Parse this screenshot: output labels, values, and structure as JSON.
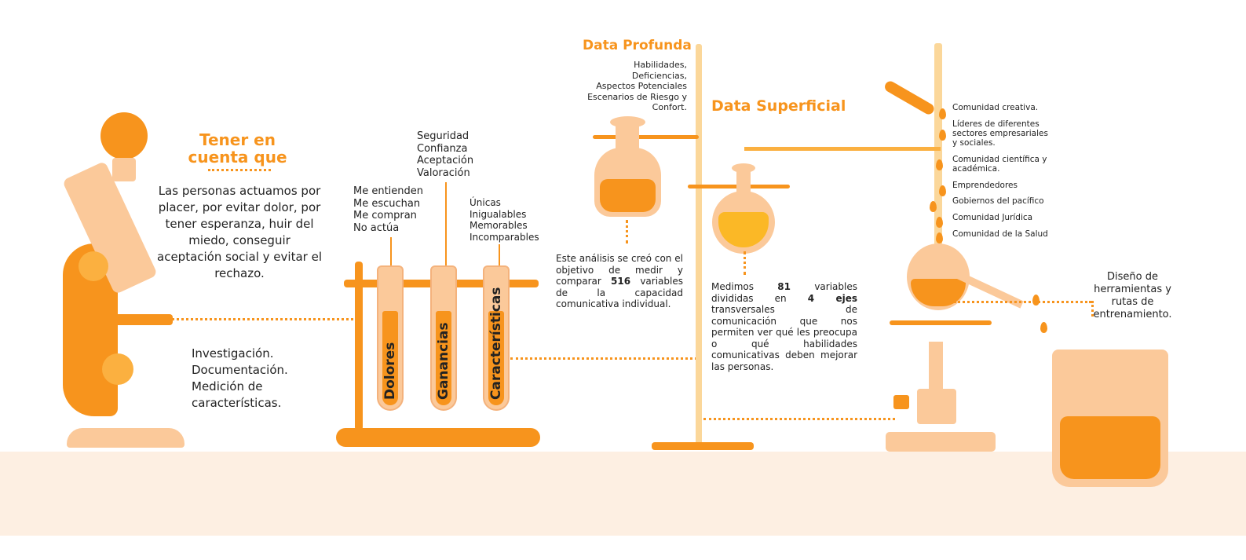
{
  "heading": {
    "line1": "Tener en",
    "line2": "cuenta que"
  },
  "intro_text": "Las personas actuamos por placer, por evitar dolor, por tener esperanza, huir del miedo, conseguir aceptación social y evitar el rechazo.",
  "research": [
    "Investigación.",
    "Documentación.",
    "Medición de",
    "características."
  ],
  "gains_list": [
    "Seguridad",
    "Confianza",
    "Aceptación",
    "Valoración"
  ],
  "pains_list": [
    "Me entienden",
    "Me escuchan",
    "Me compran",
    "No actúa"
  ],
  "features_list": [
    "Únicas",
    "Inigualables",
    "Memorables",
    "Incomparables"
  ],
  "tubes": [
    "Dolores",
    "Ganancias",
    "Características"
  ],
  "deep_data": {
    "title": "Data Profunda",
    "items": [
      "Habilidades,",
      "Deficiencias,",
      "Aspectos Potenciales",
      "Escenarios de Riesgo y",
      "Confort."
    ]
  },
  "analysis": {
    "pre": "Este análisis se creó con el objetivo de medir y comparar ",
    "number": "516",
    "post": " variables de la capacidad comunicativa individual."
  },
  "surface_data": {
    "title": "Data Superficial"
  },
  "measure": {
    "p1": "Medimos ",
    "n1": "81",
    "p2": " variables divididas en ",
    "n2": "4 ejes",
    "p3": " transversales de comunicación que nos permiten ver qué les preocupa o qué habilidades comunicativas deben mejorar las personas."
  },
  "communities": [
    "Comunidad creativa.",
    "Líderes de diferentes sectores empresariales y sociales.",
    "Comunidad científica y académica.",
    "Emprendedores",
    "Gobiernos del pacífico",
    "Comunidad Jurídica",
    "Comunidad de la Salud"
  ],
  "output": "Diseño de herramientas y rutas de entrenamiento.",
  "colors": {
    "orange": "#f7941d",
    "peach": "#fbc99a",
    "floor": "#fdefe2"
  }
}
